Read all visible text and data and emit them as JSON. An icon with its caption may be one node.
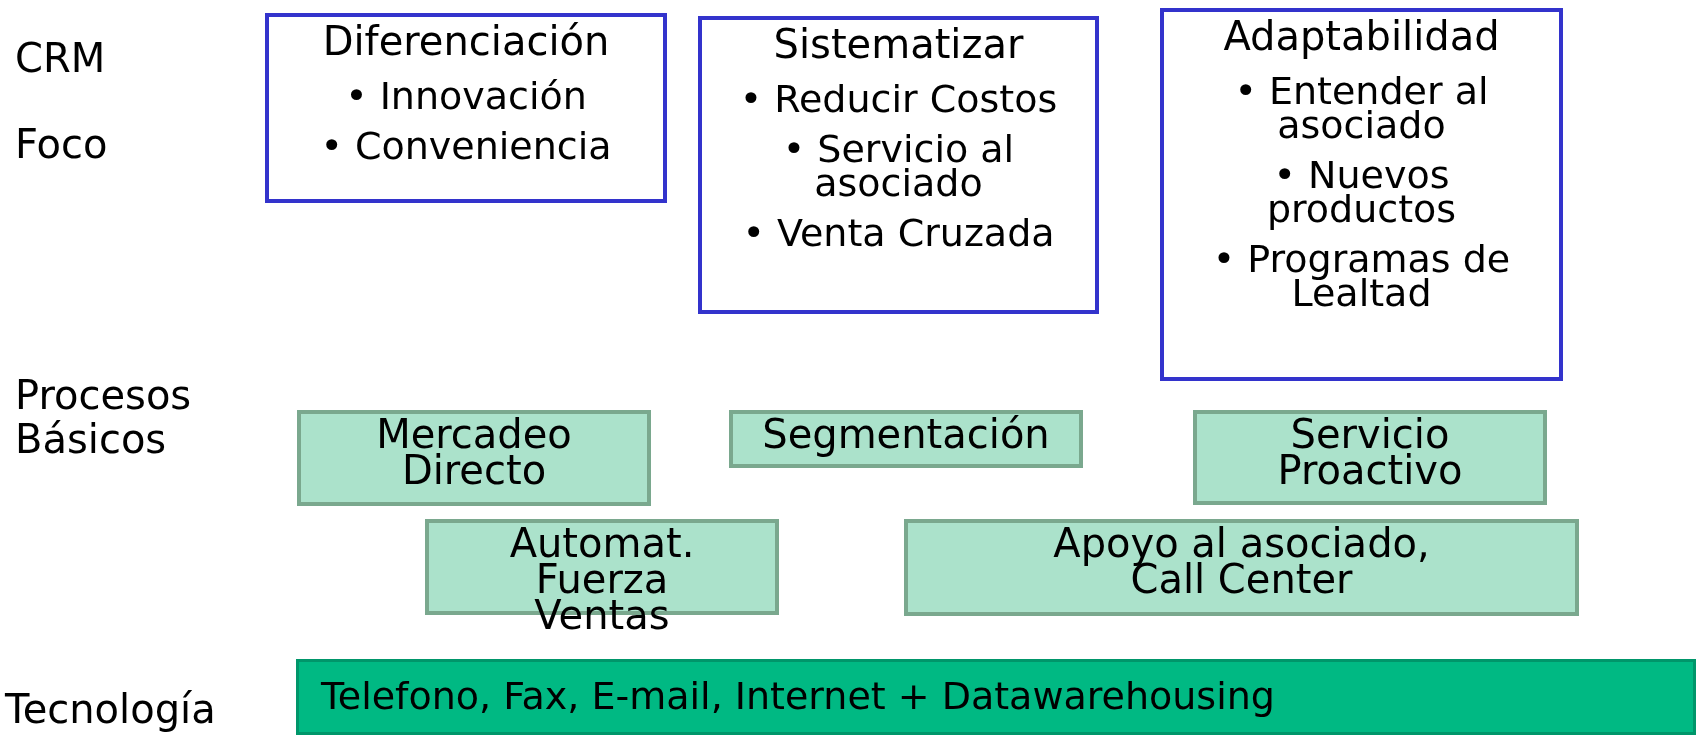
{
  "diagram": {
    "nodes": [
      {
        "text": [
          "Diferenciación",
          "• Innovación",
          "• Conveniencia"
        ]
      },
      {
        "text": [
          "Sistematizar",
          "• Reducir Costos",
          "• Servicio al asociado",
          "• Venta Cruzada"
        ]
      },
      {
        "text": [
          "Adaptabilidad",
          "• Entender al asociado",
          "• Nuevos productos",
          "• Programas de Lealtad"
        ]
      },
      {
        "text": [
          "Mercadeo Directo"
        ]
      },
      {
        "text": [
          "Segmentación"
        ]
      },
      {
        "text": [
          "Servicio Proactivo"
        ]
      },
      {
        "text": [
          "Automat. Fuerza Ventas"
        ]
      },
      {
        "text": [
          "Apoyo al asociado, Call Center"
        ]
      },
      {
        "text": [
          "Telefono, Fax, E-mail, Internet + Datawarehousing"
        ]
      }
    ],
    "labels": [
      "CRM",
      "Foco",
      "Procesos Básicos",
      "Tecnología"
    ]
  }
}
